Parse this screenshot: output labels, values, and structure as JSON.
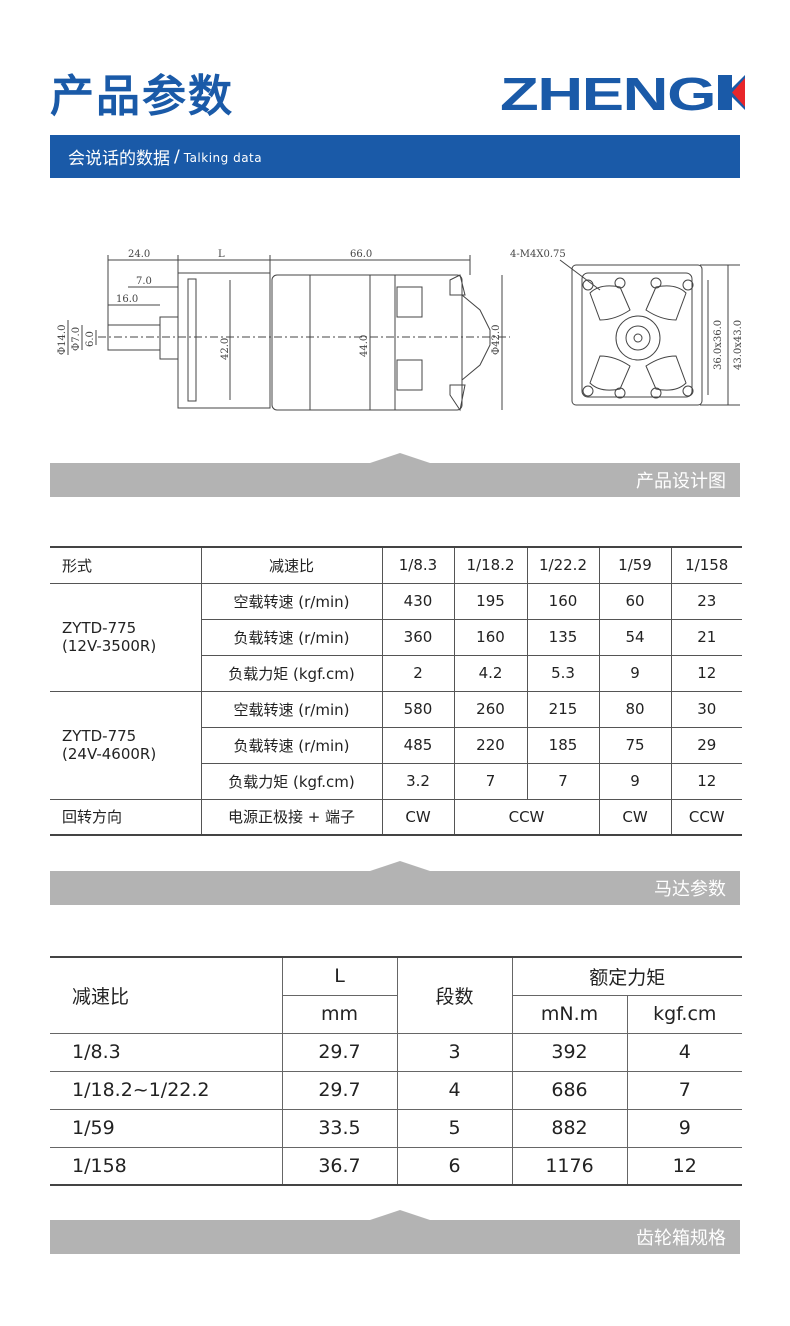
{
  "header": {
    "title": "产品参数",
    "logo_text": "ZHENGK",
    "brand_color": "#1a5aa8"
  },
  "banner": {
    "cn": "会说话的数据",
    "separator": "/",
    "en": "Talking data"
  },
  "drawing": {
    "dims": [
      "24.0",
      "L",
      "66.0",
      "7.0",
      "16.0",
      "Φ14.0",
      "Φ7.0",
      "6.0",
      "42.0",
      "44.0",
      "Φ42.0",
      "4-M4X0.75",
      "36.0x36.0",
      "43.0x43.0"
    ]
  },
  "sections": {
    "design": "产品设计图",
    "motor": "马达参数",
    "gearbox": "齿轮箱规格"
  },
  "motor_table": {
    "header": [
      "形式",
      "减速比",
      "1/8.3",
      "1/18.2",
      "1/22.2",
      "1/59",
      "1/158"
    ],
    "groups": [
      {
        "model": "ZYTD-775",
        "spec": "(12V-3500R)",
        "rows": [
          {
            "label": "空载转速 (r/min)",
            "values": [
              "430",
              "195",
              "160",
              "60",
              "23"
            ]
          },
          {
            "label": "负载转速 (r/min)",
            "values": [
              "360",
              "160",
              "135",
              "54",
              "21"
            ]
          },
          {
            "label": "负载力矩 (kgf.cm)",
            "values": [
              "2",
              "4.2",
              "5.3",
              "9",
              "12"
            ]
          }
        ]
      },
      {
        "model": "ZYTD-775",
        "spec": "(24V-4600R)",
        "rows": [
          {
            "label": "空载转速 (r/min)",
            "values": [
              "580",
              "260",
              "215",
              "80",
              "30"
            ]
          },
          {
            "label": "负载转速 (r/min)",
            "values": [
              "485",
              "220",
              "185",
              "75",
              "29"
            ]
          },
          {
            "label": "负载力矩 (kgf.cm)",
            "values": [
              "3.2",
              "7",
              "7",
              "9",
              "12"
            ]
          }
        ]
      }
    ],
    "rotation": {
      "label": "回转方向",
      "condition": "电源正极接 + 端子",
      "values": [
        "CW",
        "CCW",
        "CW",
        "CCW"
      ]
    }
  },
  "gear_table": {
    "h_ratio": "减速比",
    "h_L": "L",
    "h_L_unit": "mm",
    "h_stages": "段数",
    "h_torque": "额定力矩",
    "h_torque_unit1": "mN.m",
    "h_torque_unit2": "kgf.cm",
    "rows": [
      {
        "ratio": "1/8.3",
        "L": "29.7",
        "stages": "3",
        "mnm": "392",
        "kgf": "4"
      },
      {
        "ratio": "1/18.2~1/22.2",
        "L": "29.7",
        "stages": "4",
        "mnm": "686",
        "kgf": "7"
      },
      {
        "ratio": "1/59",
        "L": "33.5",
        "stages": "5",
        "mnm": "882",
        "kgf": "9"
      },
      {
        "ratio": "1/158",
        "L": "36.7",
        "stages": "6",
        "mnm": "1176",
        "kgf": "12"
      }
    ]
  }
}
